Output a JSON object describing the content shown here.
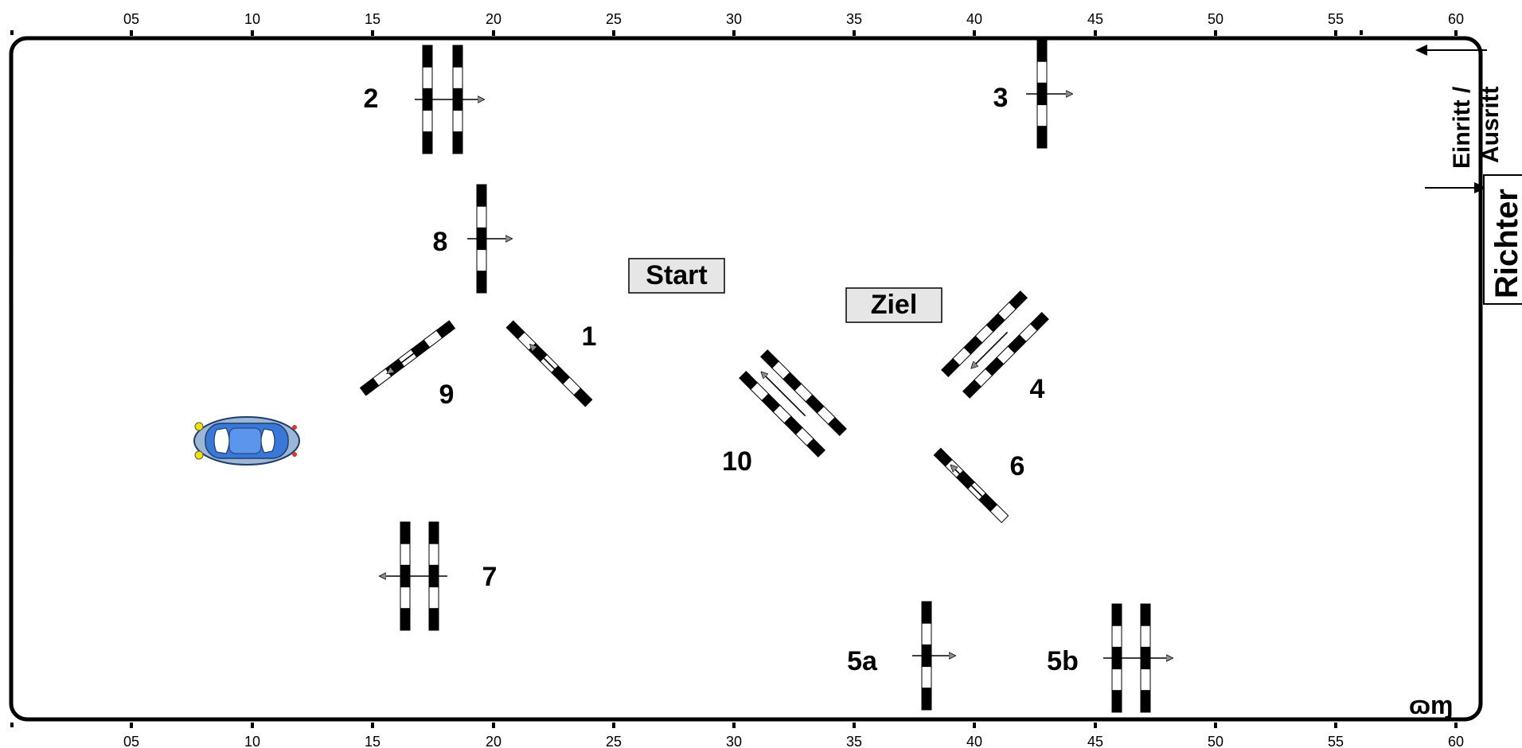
{
  "ruler": {
    "top_ticks": [
      "05",
      "10",
      "15",
      "20",
      "25",
      "30",
      "35",
      "40",
      "45",
      "50",
      "55",
      "60"
    ],
    "bottom_ticks": [
      "05",
      "10",
      "15",
      "20",
      "25",
      "30",
      "35",
      "40",
      "45",
      "50",
      "55",
      "60"
    ]
  },
  "labels": {
    "start": "Start",
    "ziel": "Ziel",
    "einritt_line1": "Einritt /",
    "einritt_line2": "Ausritt",
    "richter": "Richter",
    "corner_mark": "ɷɱ"
  },
  "obstacles": [
    {
      "id": "1",
      "label": "1"
    },
    {
      "id": "2",
      "label": "2"
    },
    {
      "id": "3",
      "label": "3"
    },
    {
      "id": "4",
      "label": "4"
    },
    {
      "id": "5a",
      "label": "5a"
    },
    {
      "id": "5b",
      "label": "5b"
    },
    {
      "id": "6",
      "label": "6"
    },
    {
      "id": "7",
      "label": "7"
    },
    {
      "id": "8",
      "label": "8"
    },
    {
      "id": "9",
      "label": "9"
    },
    {
      "id": "10",
      "label": "10"
    }
  ],
  "colors": {
    "pole_black": "#000000",
    "pole_white": "#ffffff",
    "arrow_fill": "#8c8c8c",
    "box_fill": "#e6e6e6",
    "car_body": "#3a78d8"
  },
  "icons": {
    "car": "car-icon"
  }
}
